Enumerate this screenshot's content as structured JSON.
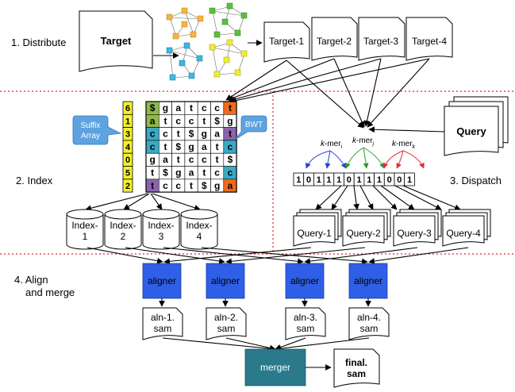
{
  "sections": {
    "distribute": "1. Distribute",
    "index": "2. Index",
    "dispatch": "3. Dispatch",
    "align_line1": "4. Align",
    "align_line2": "and merge"
  },
  "target": "Target",
  "target_parts": [
    "Target-1",
    "Target-2",
    "Target-3",
    "Target-4"
  ],
  "query": "Query",
  "query_parts": [
    "Query-1",
    "Query-2",
    "Query-3",
    "Query-4"
  ],
  "suffix_array": {
    "label_line1": "Suffix",
    "label_line2": "Array",
    "values": [
      "6",
      "1",
      "3",
      "4",
      "0",
      "5",
      "2"
    ]
  },
  "bwt_label": "BWT",
  "bwt_rows": [
    [
      "$",
      "g",
      "a",
      "t",
      "c",
      "c",
      "t"
    ],
    [
      "a",
      "t",
      "c",
      "c",
      "t",
      "$",
      "g"
    ],
    [
      "c",
      "c",
      "t",
      "$",
      "g",
      "a",
      "t"
    ],
    [
      "c",
      "t",
      "$",
      "g",
      "a",
      "t",
      "c"
    ],
    [
      "g",
      "a",
      "t",
      "c",
      "c",
      "t",
      "$"
    ],
    [
      "t",
      "$",
      "g",
      "a",
      "t",
      "c",
      "c"
    ],
    [
      "t",
      "c",
      "c",
      "t",
      "$",
      "g",
      "a"
    ]
  ],
  "indexes": [
    {
      "line1": "Index-",
      "line2": "1"
    },
    {
      "line1": "Index-",
      "line2": "2"
    },
    {
      "line1": "Index-",
      "line2": "3"
    },
    {
      "line1": "Index-",
      "line2": "4"
    }
  ],
  "kmers": [
    {
      "base": "k",
      "label": "-mer",
      "sub": "i"
    },
    {
      "base": "k",
      "label": "-mer",
      "sub": "j"
    },
    {
      "base": "k",
      "label": "-mer",
      "sub": "k"
    }
  ],
  "bit_array": [
    "1",
    "0",
    "1",
    "1",
    "1",
    "0",
    "1",
    "1",
    "1",
    "0",
    "0",
    "1"
  ],
  "aligner_label": "aligner",
  "alignments": [
    {
      "line1": "aln-1.",
      "line2": "sam"
    },
    {
      "line1": "aln-2.",
      "line2": "sam"
    },
    {
      "line1": "aln-3.",
      "line2": "sam"
    },
    {
      "line1": "aln-4.",
      "line2": "sam"
    }
  ],
  "merger_label": "merger",
  "final": {
    "line1": "final.",
    "line2": "sam"
  },
  "colors": {
    "suffix_array": "#f4f12a",
    "bwt_green": "#8fb84a",
    "bwt_orange": "#f26a1b",
    "bwt_cyan": "#3aa9c6",
    "bwt_purple": "#8a63ad",
    "callout": "#5da3e0",
    "aligner": "#2f5fe6",
    "merger": "#2a7a8c",
    "divider": "#e0262a",
    "kmer_blue": "#2b3cd6",
    "kmer_green": "#2e9a2e",
    "kmer_red": "#d83434"
  }
}
